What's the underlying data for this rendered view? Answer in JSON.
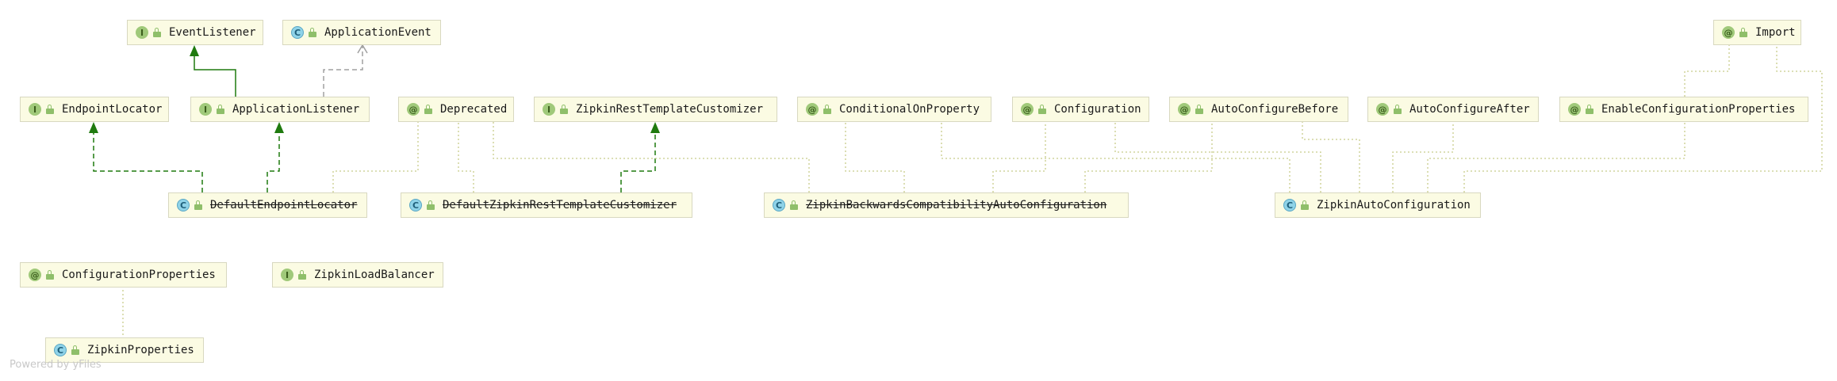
{
  "diagram": {
    "nodes": [
      {
        "id": "EventListener",
        "label": "EventListener",
        "kind": "interface",
        "icon": "interface-icon",
        "badge": "I"
      },
      {
        "id": "ApplicationEvent",
        "label": "ApplicationEvent",
        "kind": "class",
        "icon": "class-icon",
        "badge": "C"
      },
      {
        "id": "Import",
        "label": "Import",
        "kind": "annotation",
        "icon": "annotation-icon",
        "badge": "@"
      },
      {
        "id": "EndpointLocator",
        "label": "EndpointLocator",
        "kind": "interface",
        "icon": "interface-icon",
        "badge": "I"
      },
      {
        "id": "ApplicationListener",
        "label": "ApplicationListener",
        "kind": "interface",
        "icon": "interface-icon",
        "badge": "I"
      },
      {
        "id": "Deprecated",
        "label": "Deprecated",
        "kind": "annotation",
        "icon": "annotation-icon",
        "badge": "@"
      },
      {
        "id": "ZipkinRestTemplateCustomizer",
        "label": "ZipkinRestTemplateCustomizer",
        "kind": "interface",
        "icon": "interface-icon",
        "badge": "I"
      },
      {
        "id": "ConditionalOnProperty",
        "label": "ConditionalOnProperty",
        "kind": "annotation",
        "icon": "annotation-icon",
        "badge": "@"
      },
      {
        "id": "Configuration",
        "label": "Configuration",
        "kind": "annotation",
        "icon": "annotation-icon",
        "badge": "@"
      },
      {
        "id": "AutoConfigureBefore",
        "label": "AutoConfigureBefore",
        "kind": "annotation",
        "icon": "annotation-icon",
        "badge": "@"
      },
      {
        "id": "AutoConfigureAfter",
        "label": "AutoConfigureAfter",
        "kind": "annotation",
        "icon": "annotation-icon",
        "badge": "@"
      },
      {
        "id": "EnableConfigurationProperties",
        "label": "EnableConfigurationProperties",
        "kind": "annotation",
        "icon": "annotation-icon",
        "badge": "@"
      },
      {
        "id": "DefaultEndpointLocator",
        "label": "DefaultEndpointLocator",
        "kind": "class",
        "icon": "class-icon",
        "badge": "C",
        "deprecated": true
      },
      {
        "id": "DefaultZipkinRestTemplateCustomizer",
        "label": "DefaultZipkinRestTemplateCustomizer",
        "kind": "class",
        "icon": "class-icon",
        "badge": "C",
        "deprecated": true
      },
      {
        "id": "ZipkinBackwardsCompatibilityAutoConfiguration",
        "label": "ZipkinBackwardsCompatibilityAutoConfiguration",
        "kind": "class",
        "icon": "class-icon",
        "badge": "C",
        "deprecated": true
      },
      {
        "id": "ZipkinAutoConfiguration",
        "label": "ZipkinAutoConfiguration",
        "kind": "class",
        "icon": "class-icon",
        "badge": "C"
      },
      {
        "id": "ConfigurationProperties",
        "label": "ConfigurationProperties",
        "kind": "annotation",
        "icon": "annotation-icon",
        "badge": "@"
      },
      {
        "id": "ZipkinLoadBalancer",
        "label": "ZipkinLoadBalancer",
        "kind": "interface",
        "icon": "interface-icon",
        "badge": "I"
      },
      {
        "id": "ZipkinProperties",
        "label": "ZipkinProperties",
        "kind": "class",
        "icon": "class-icon",
        "badge": "C"
      }
    ],
    "edges": [
      {
        "from": "ApplicationListener",
        "to": "EventListener",
        "type": "extends"
      },
      {
        "from": "ApplicationListener",
        "to": "ApplicationEvent",
        "type": "dependency"
      },
      {
        "from": "DefaultEndpointLocator",
        "to": "EndpointLocator",
        "type": "implements"
      },
      {
        "from": "DefaultEndpointLocator",
        "to": "ApplicationListener",
        "type": "implements"
      },
      {
        "from": "DefaultZipkinRestTemplateCustomizer",
        "to": "ZipkinRestTemplateCustomizer",
        "type": "implements"
      },
      {
        "from": "DefaultEndpointLocator",
        "to": "Deprecated",
        "type": "annotated"
      },
      {
        "from": "DefaultZipkinRestTemplateCustomizer",
        "to": "Deprecated",
        "type": "annotated"
      },
      {
        "from": "ZipkinBackwardsCompatibilityAutoConfiguration",
        "to": "Deprecated",
        "type": "annotated"
      },
      {
        "from": "ZipkinBackwardsCompatibilityAutoConfiguration",
        "to": "ConditionalOnProperty",
        "type": "annotated"
      },
      {
        "from": "ZipkinBackwardsCompatibilityAutoConfiguration",
        "to": "Configuration",
        "type": "annotated"
      },
      {
        "from": "ZipkinBackwardsCompatibilityAutoConfiguration",
        "to": "AutoConfigureBefore",
        "type": "annotated"
      },
      {
        "from": "ZipkinAutoConfiguration",
        "to": "ConditionalOnProperty",
        "type": "annotated"
      },
      {
        "from": "ZipkinAutoConfiguration",
        "to": "Configuration",
        "type": "annotated"
      },
      {
        "from": "ZipkinAutoConfiguration",
        "to": "AutoConfigureBefore",
        "type": "annotated"
      },
      {
        "from": "ZipkinAutoConfiguration",
        "to": "AutoConfigureAfter",
        "type": "annotated"
      },
      {
        "from": "ZipkinAutoConfiguration",
        "to": "EnableConfigurationProperties",
        "type": "annotated"
      },
      {
        "from": "ZipkinAutoConfiguration",
        "to": "Import",
        "type": "annotated"
      },
      {
        "from": "EnableConfigurationProperties",
        "to": "Import",
        "type": "annotated"
      },
      {
        "from": "ZipkinProperties",
        "to": "ConfigurationProperties",
        "type": "annotated"
      }
    ]
  },
  "colors": {
    "node_fill": "#fbfbe3",
    "node_border": "#d8d8c0",
    "inheritance_edge": "#1f7a0f",
    "dependency_edge": "#a0a0a0",
    "annotation_edge": "#c8cc8a"
  },
  "footer": "Powered by yFiles"
}
